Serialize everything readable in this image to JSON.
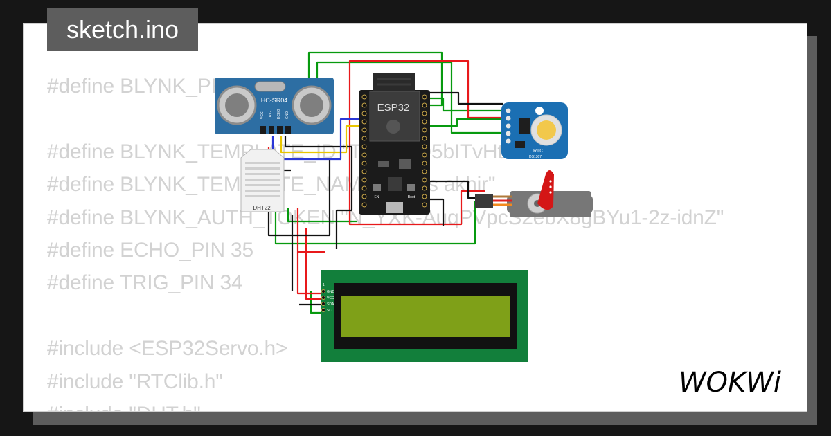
{
  "file_tab": {
    "name": "sketch.ino"
  },
  "code_lines": [
    "#define BLYNK_PRINT Serial",
    "",
    "#define BLYNK_TEMPLATE_ID \"TMPL6Q5bITvHtY\"",
    "#define BLYNK_TEMPLATE_NAME \"tugas akhir\"",
    "#define BLYNK_AUTH_TOKEN \"N_YXK-AuqPVpcS2ebX8gBYu1-2z-idnZ\"",
    "#define ECHO_PIN 35",
    "#define TRIG_PIN 34",
    "",
    "#include <ESP32Servo.h>",
    "#include \"RTClib.h\"",
    "#include \"DHT.h\""
  ],
  "components": {
    "ultrasonic": {
      "label": "HC-SR04",
      "pins": [
        "VCC",
        "TRIG",
        "ECHO",
        "GND"
      ]
    },
    "dht": {
      "label": "DHT22"
    },
    "mcu": {
      "label": "ESP32",
      "buttons": [
        "EN",
        "Boot"
      ]
    },
    "rtc": {
      "label": "RTC",
      "chip": "DS1307"
    },
    "servo": {},
    "lcd": {
      "pin1": "1",
      "pins": [
        "GND",
        "VCC",
        "SDA",
        "SCL"
      ]
    }
  },
  "brand": {
    "name": "WOKWi"
  },
  "colors": {
    "wire_green": "#079a0f",
    "wire_red": "#e8191b",
    "wire_black": "#111111",
    "wire_yellow": "#e9c600",
    "wire_blue": "#2a36d6",
    "sensor_blue": "#1b6fb3",
    "lcd_board": "#127f3b",
    "lcd_screen": "#7fa018"
  }
}
